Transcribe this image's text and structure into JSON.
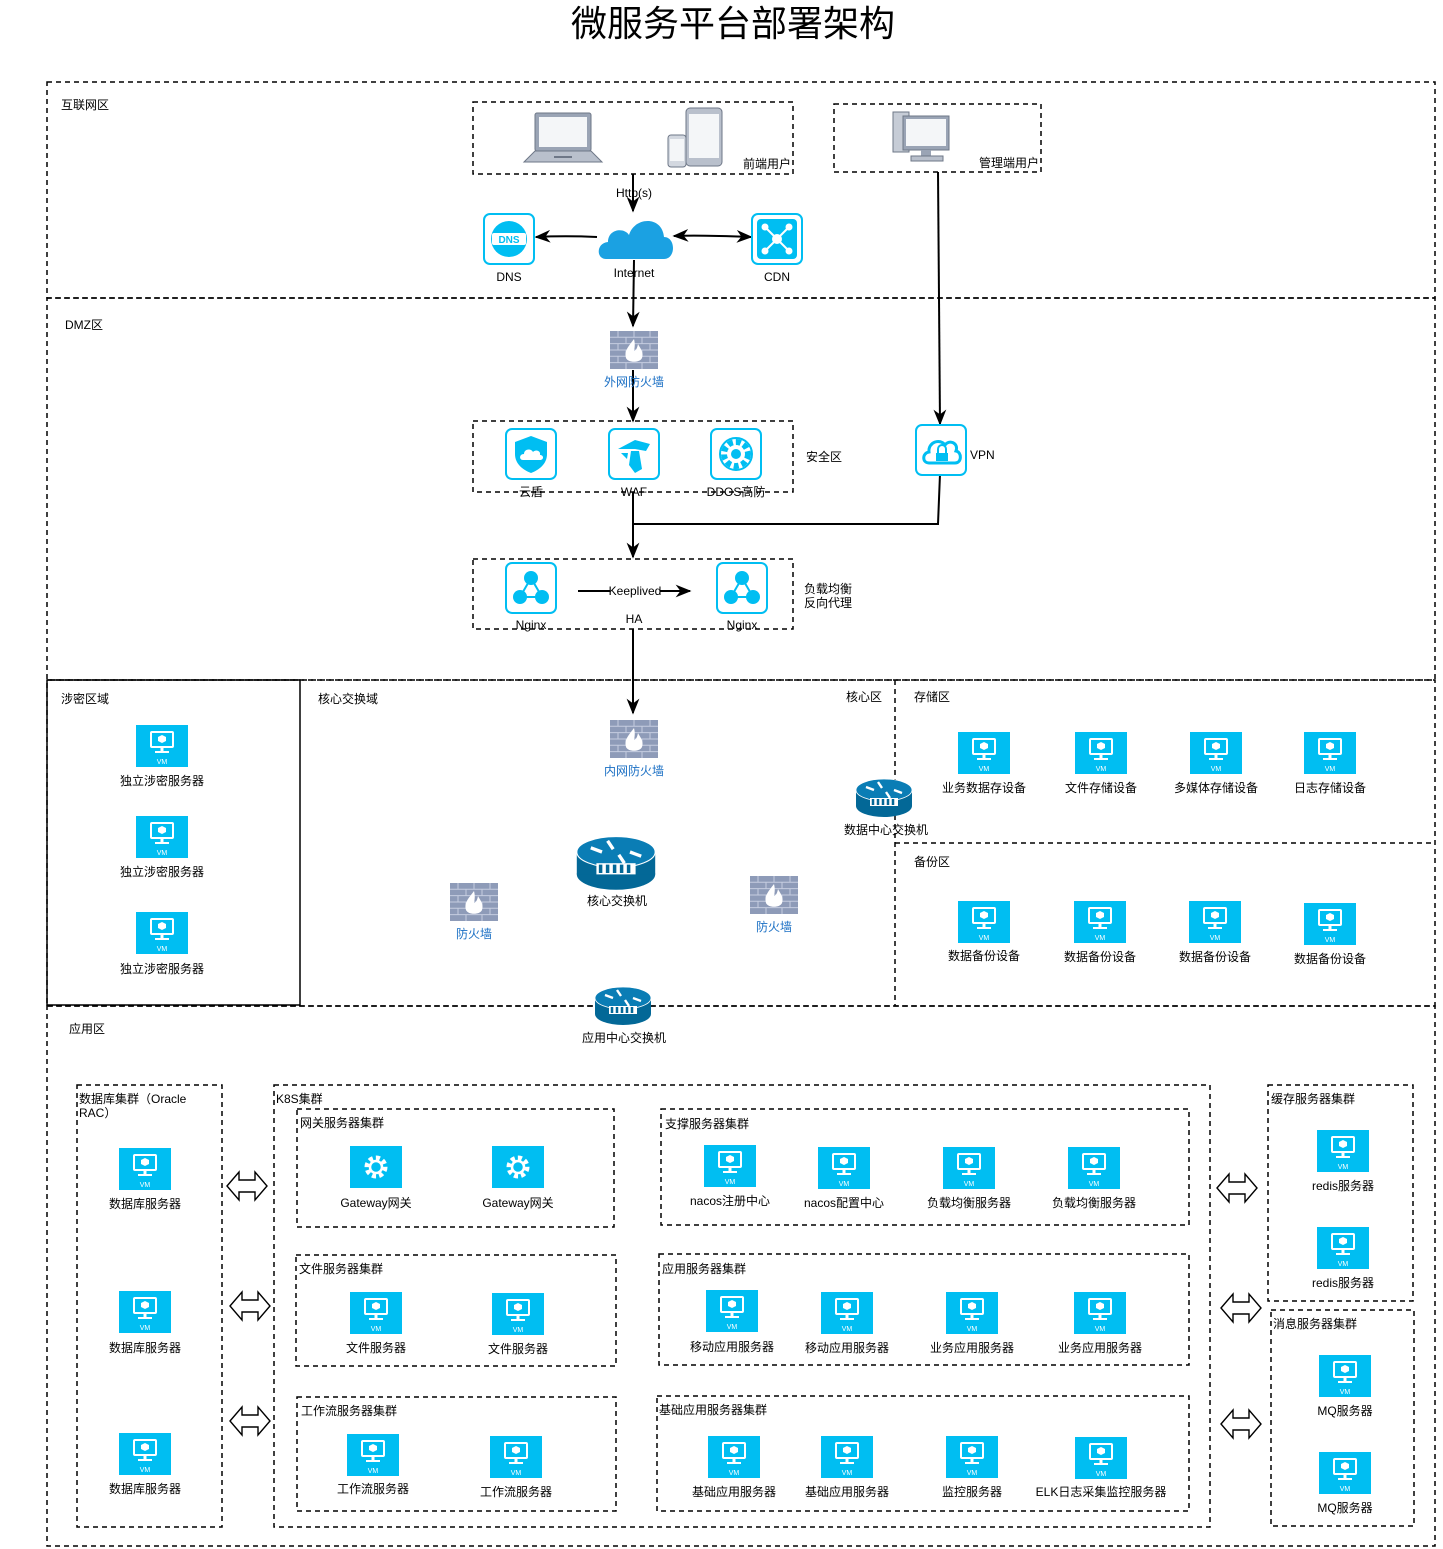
{
  "title": "微服务平台部署架构",
  "zones": {
    "internet": "互联网区",
    "dmz": "DMZ区",
    "secret": "涉密区域",
    "core_exchange": "核心交换域",
    "core": "核心区",
    "storage": "存储区",
    "backup": "备份区",
    "app": "应用区"
  },
  "internet": {
    "frontend_users": "前端用户",
    "admin_users": "管理端用户",
    "http_label": "Http(s)",
    "cloud": "Internet",
    "dns": "DNS",
    "cdn": "CDN"
  },
  "dmz": {
    "outer_firewall": "外网防火墙",
    "security_zone": "安全区",
    "cloud_shield": "云盾",
    "waf": "WAF",
    "ddos": "DDOS高防",
    "vpn": "VPN",
    "lb_line1": "负载均衡",
    "lb_line2": "反向代理",
    "nginx1": "Nginx",
    "nginx2": "Nginx",
    "keepalived": "Keeplived",
    "ha": "HA"
  },
  "secret": {
    "servers": [
      "独立涉密服务器",
      "独立涉密服务器",
      "独立涉密服务器"
    ]
  },
  "core": {
    "inner_firewall": "内网防火墙",
    "core_switch": "核心交换机",
    "firewall_left": "防火墙",
    "firewall_right": "防火墙",
    "dc_switch": "数据中心交换机",
    "app_switch": "应用中心交换机"
  },
  "storage": {
    "devices": [
      "业务数据存设备",
      "文件存储设备",
      "多媒体存储设备",
      "日志存储设备"
    ]
  },
  "backup": {
    "devices": [
      "数据备份设备",
      "数据备份设备",
      "数据备份设备",
      "数据备份设备"
    ]
  },
  "app": {
    "db_cluster_line1": "数据库集群（Oracle",
    "db_cluster_line2": "RAC）",
    "db_servers": [
      "数据库服务器",
      "数据库服务器",
      "数据库服务器"
    ],
    "k8s": "K8S集群",
    "gateway_cluster": "网关服务器集群",
    "gateways": [
      "Gateway网关",
      "Gateway网关"
    ],
    "support_cluster": "支撑服务器集群",
    "support": [
      "nacos注册中心",
      "nacos配置中心",
      "负载均衡服务器",
      "负载均衡服务器"
    ],
    "file_cluster": "文件服务器集群",
    "files": [
      "文件服务器",
      "文件服务器"
    ],
    "app_cluster": "应用服务器集群",
    "apps": [
      "移动应用服务器",
      "移动应用服务器",
      "业务应用服务器",
      "业务应用服务器"
    ],
    "workflow_cluster": "工作流服务器集群",
    "workflows": [
      "工作流服务器",
      "工作流服务器"
    ],
    "base_cluster": "基础应用服务器集群",
    "bases": [
      "基础应用服务器",
      "基础应用服务器",
      "监控服务器",
      "ELK日志采集监控服务器"
    ],
    "cache_cluster": "缓存服务器集群",
    "caches": [
      "redis服务器",
      "redis服务器"
    ],
    "mq_cluster": "消息服务器集群",
    "mqs": [
      "MQ服务器",
      "MQ服务器"
    ]
  },
  "vm_badge": "VM",
  "icon_names": [
    "laptop-icon",
    "phone-icon",
    "desktop-icon",
    "cloud-icon",
    "dns-icon",
    "cdn-icon",
    "firewall-icon",
    "shield-icon",
    "waf-icon",
    "ddos-icon",
    "vpn-icon",
    "nginx-icon",
    "vm-icon",
    "router-icon",
    "double-arrow-icon"
  ],
  "colors": {
    "accent": "#00BEF2",
    "router": "#036897",
    "firewall": "#8E9BB8",
    "firewall_label": "#1A6FC4",
    "line": "#000000"
  }
}
